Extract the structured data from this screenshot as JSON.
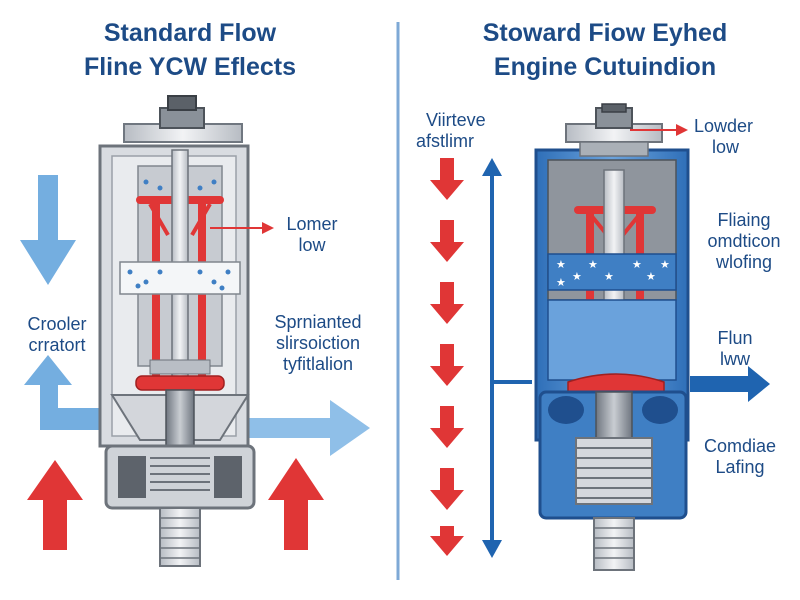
{
  "left_panel": {
    "title_line1": "Standard Flow",
    "title_line2": "Fline YCW Eflects",
    "callout_lower": [
      "Lomer",
      "low"
    ],
    "label_left": [
      "Crooler",
      "crratort"
    ],
    "label_right": [
      "Sprnianted",
      "slirsoiction",
      "tyfitlalion"
    ]
  },
  "right_panel": {
    "title_line1": "Stoward Fiow Eyhed",
    "title_line2": "Engine Cutuindion",
    "label_top_left": [
      "Viirteve",
      "afstlimr"
    ],
    "callout_top": [
      "Lowder",
      "low"
    ],
    "label_flaing": [
      "Fliaing",
      "omdticon",
      "wlofing"
    ],
    "label_flun": [
      "Flun",
      "lww"
    ],
    "label_bottom": [
      "Comdiae",
      "Lafing"
    ]
  },
  "colors": {
    "accent_blue": "#1d4b86",
    "flow_blue": "#74aee0",
    "hot_red": "#e03636",
    "steel_gray": "#c8ccd2",
    "dark_blue": "#3f7fc4"
  }
}
